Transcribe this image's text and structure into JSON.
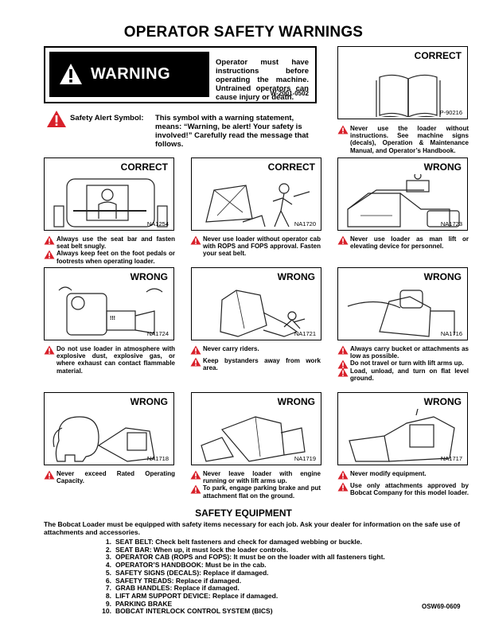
{
  "title": "OPERATOR SAFETY WARNINGS",
  "warning": {
    "banner": "WARNING",
    "text": "Operator must have instructions before operating the machine. Untrained operators can cause injury or death.",
    "code": "W-2001-0502"
  },
  "alert_symbol": {
    "label": "Safety Alert Symbol:",
    "text": "This symbol with a warning statement, means: “Warning, be alert! Your safety is involved!” Carefully read the message that follows."
  },
  "panels": [
    {
      "header": "CORRECT",
      "code": "P-90216",
      "icon": "manual-book-icon",
      "captions": [
        "Never use the loader without instructions. See machine signs (decals), Operation & Maintenance Manual, and Operator’s Handbook."
      ]
    },
    {
      "header": "CORRECT",
      "code": "NA1254",
      "icon": "seat-bar-operator-icon",
      "captions": [
        "Always use the seat bar and fasten seat belt snugly.",
        "Always keep feet on the foot pedals or footrests when operating loader."
      ]
    },
    {
      "header": "CORRECT",
      "code": "NA1720",
      "icon": "rops-fops-icon",
      "captions": [
        "Never use loader without operator cab with ROPS and FOPS approval. Fasten your seat belt."
      ]
    },
    {
      "header": "WRONG",
      "code": "NA1723",
      "icon": "man-lift-icon",
      "captions": [
        "Never use loader as man lift or elevating device for personnel."
      ]
    },
    {
      "header": "WRONG",
      "code": "NA1724",
      "icon": "explosive-atmosphere-icon",
      "captions": [
        "Do not use loader in atmosphere with explosive dust, explosive gas, or where exhaust can contact flammable material."
      ]
    },
    {
      "header": "WRONG",
      "code": "NA1721",
      "icon": "riders-icon",
      "captions": [
        "Never carry riders.",
        "Keep bystanders away from work area."
      ]
    },
    {
      "header": "WRONG",
      "code": "NA1716",
      "icon": "raised-bucket-icon",
      "captions": [
        "Always carry bucket or attachments as low as possible.",
        "Do not travel or turn with lift arms up.",
        "Load, unload, and turn on flat level ground."
      ]
    },
    {
      "header": "WRONG",
      "code": "NA1718",
      "icon": "overload-elephant-icon",
      "captions": [
        "Never exceed Rated Operating Capacity."
      ]
    },
    {
      "header": "WRONG",
      "code": "NA1719",
      "icon": "unattended-loader-icon",
      "captions": [
        "Never leave loader with engine running or with lift arms up.",
        "To park, engage parking brake and put attachment flat on the ground."
      ]
    },
    {
      "header": "WRONG",
      "code": "NA1717",
      "icon": "modified-loader-icon",
      "captions": [
        "Never modify equipment.",
        "Use only attachments approved by Bobcat Company for this model loader."
      ]
    }
  ],
  "equipment": {
    "title": "SAFETY EQUIPMENT",
    "intro": "The Bobcat Loader must be equipped with safety items necessary for each job. Ask your dealer for information on the safe use of attachments and accessories.",
    "items": [
      {
        "num": "1.",
        "text": "SEAT BELT: Check belt fasteners and check for damaged webbing or buckle."
      },
      {
        "num": "2.",
        "text": "SEAT BAR: When up, it must lock the loader controls."
      },
      {
        "num": "3.",
        "text": "OPERATOR CAB (ROPS and FOPS): It must be on the loader with all fasteners tight."
      },
      {
        "num": "4.",
        "text": "OPERATOR’S HANDBOOK: Must be in the cab."
      },
      {
        "num": "5.",
        "text": "SAFETY SIGNS (DECALS): Replace if damaged."
      },
      {
        "num": "6.",
        "text": "SAFETY TREADS: Replace if damaged."
      },
      {
        "num": "7.",
        "text": "GRAB HANDLES: Replace if damaged."
      },
      {
        "num": "8.",
        "text": "LIFT ARM SUPPORT DEVICE: Replace if damaged."
      },
      {
        "num": "9.",
        "text": "PARKING BRAKE"
      },
      {
        "num": "10.",
        "text": "BOBCAT INTERLOCK CONTROL SYSTEM (BICS)"
      }
    ]
  },
  "doc_code": "OSW69-0609",
  "colors": {
    "alert_red": "#d8202a",
    "ink": "#000000"
  }
}
